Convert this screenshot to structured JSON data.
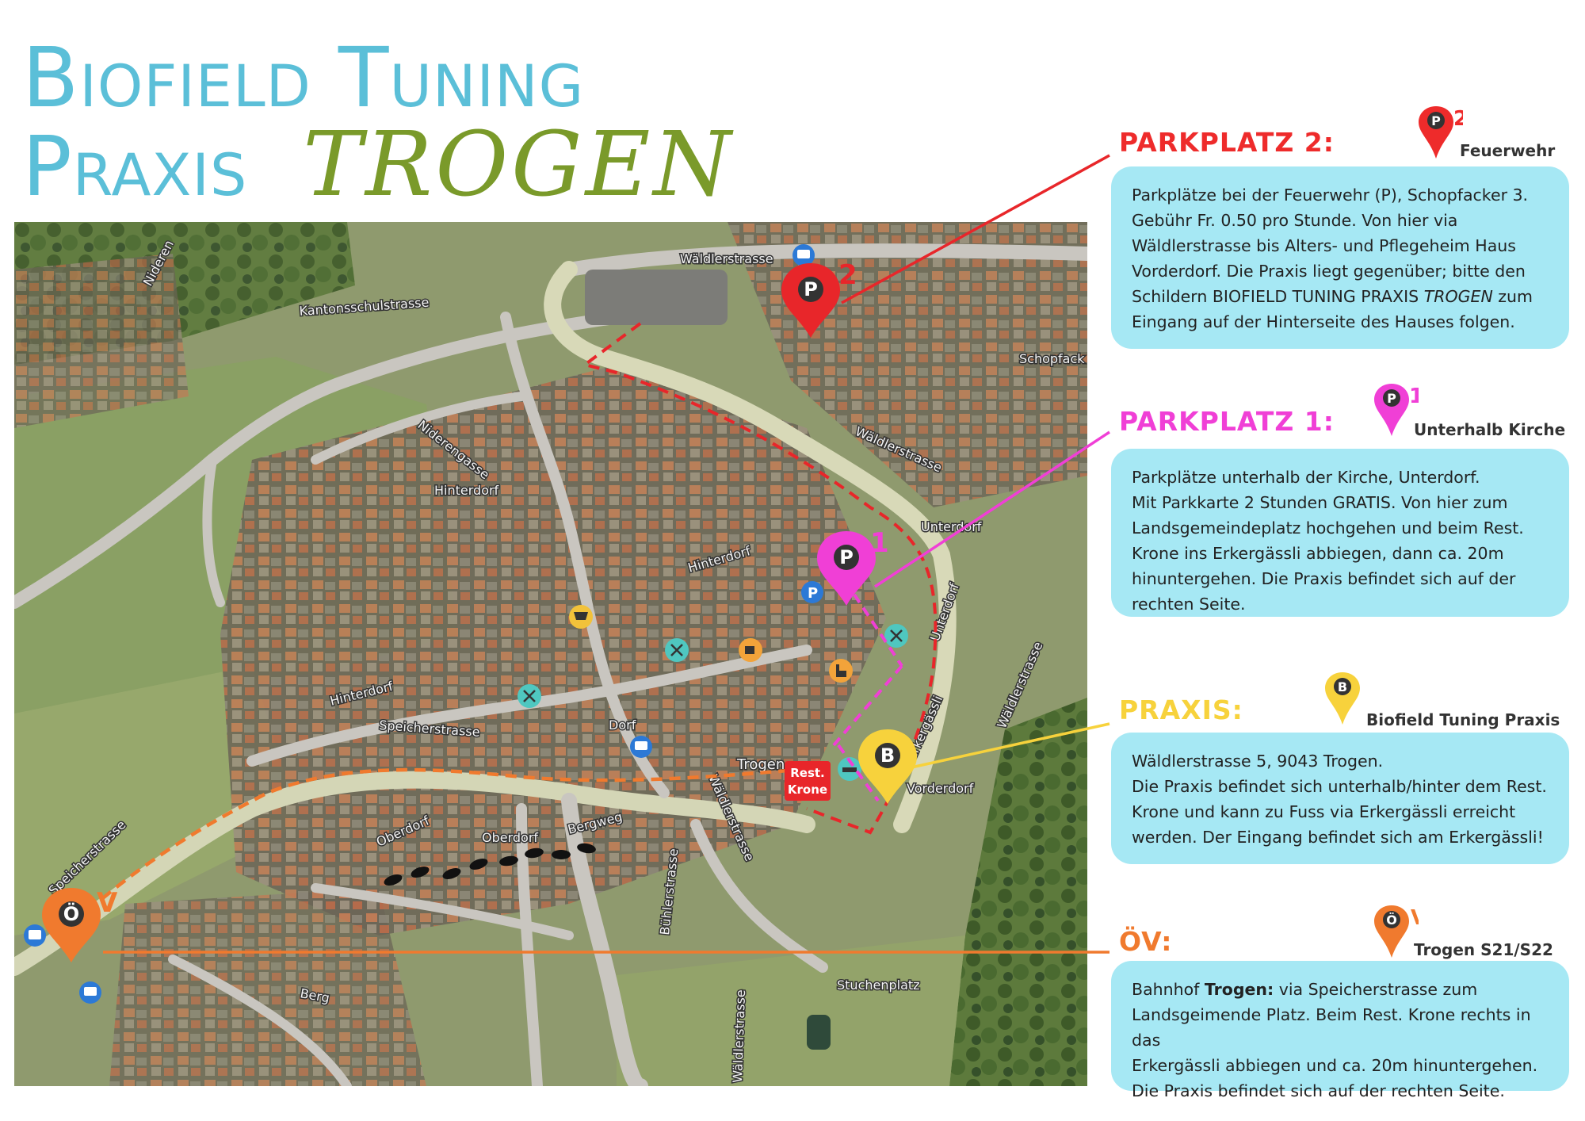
{
  "title": {
    "line1": "Biofield Tuning",
    "line2": "Praxis",
    "line2_accent": "TROGEN"
  },
  "colors": {
    "title_blue": "#5bbfd8",
    "title_green": "#7a9a2a",
    "parkplatz2": "#ee2b2b",
    "parkplatz1": "#f03fd6",
    "praxis": "#f7d23c",
    "oev": "#f07a2e",
    "box": "#a6e8f4"
  },
  "sections": [
    {
      "heading": "PARKPLATZ 2:",
      "pin_letter": "P",
      "pin_number": "2",
      "pin_label": "Feuerwehr",
      "lines": [
        "Parkplätze bei der Feuerwehr (P), Schopfacker 3.",
        "Gebühr Fr. 0.50 pro Stunde. Von hier via",
        "Wäldlerstrasse bis Alters- und Pflegeheim Haus",
        "Vorderdorf. Die Praxis liegt gegenüber; bitte den",
        "Schildern BIOFIELD TUNING PRAXIS ",
        "TROGEN",
        " zum",
        "Eingang auf der Hinterseite des Hauses folgen."
      ]
    },
    {
      "heading": "PARKPLATZ 1:",
      "pin_letter": "P",
      "pin_number": "1",
      "pin_label": "Unterhalb Kirche",
      "lines": [
        "Parkplätze unterhalb der Kirche, Unterdorf.",
        "Mit Parkkarte 2 Stunden GRATIS. Von hier zum",
        "Landsgemeindeplatz hochgehen und beim Rest.",
        "Krone ins Erkergässli abbiegen, dann ca. 20m",
        "hinuntergehen. Die Praxis befindet sich auf der",
        "rechten Seite."
      ]
    },
    {
      "heading": "PRAXIS:",
      "pin_letter": "B",
      "pin_number": "",
      "pin_label": "Biofield Tuning Praxis",
      "lines": [
        "Wäldlerstrasse 5, 9043 Trogen.",
        "Die Praxis befindet sich unterhalb/hinter dem Rest.",
        "Krone und kann zu Fuss via Erkergässli erreicht",
        "werden. Der Eingang befindet sich am Erkergässli!"
      ]
    },
    {
      "heading": "ÖV:",
      "pin_letter": "Ö",
      "pin_number": "V",
      "pin_label": "Trogen S21/S22",
      "lines": [
        "Bahnhof ",
        "Trogen:",
        " via Speicherstrasse zum",
        "Landsgeimende Platz. Beim Rest. Krone rechts in das",
        "Erkergässli abbiegen und ca. 20m hinuntergehen.",
        "Die Praxis befindet sich auf der rechten Seite."
      ]
    }
  ],
  "map": {
    "labels": {
      "waeldlerstrasse_top": "Wäldlerstrasse",
      "kantonsschulstrasse": "Kantonsschulstrasse",
      "nideren": "Nideren",
      "schopfack": "Schopfack",
      "niderengasse": "Niderengasse",
      "hinterdorf_1": "Hinterdorf",
      "hinterdorf_2": "Hinterdorf",
      "hinterdorf_3": "Hinterdorf",
      "waeldlerstrasse_mid": "Wäldlerstrasse",
      "unterdorf_1": "Unterdorf",
      "unterdorf_2": "Unterdorf",
      "waeldlerstrasse_right": "Wäldlerstrasse",
      "speicherstrasse_1": "Speicherstrasse",
      "speicherstrasse_2": "Speicherstrasse",
      "dorf": "Dorf",
      "trogen": "Trogen",
      "vorderdorf": "Vorderdorf",
      "erkergassli": "Erkergässli",
      "oberdorf_1": "Oberdorf",
      "oberdorf_2": "Oberdorf",
      "bergweg": "Bergweg",
      "buehlerstrasse": "Bühlerstrasse",
      "waeldlerstrasse_bottom": "Wäldlerstrasse",
      "waeldlerstrasse_end": "Wäldlerstrasse",
      "stuchenplatz": "Stuchenplatz",
      "berg": "Berg"
    },
    "rest_krone_line1": "Rest.",
    "rest_krone_line2": "Krone",
    "poi_icons": [
      "bus-icon",
      "parking-icon",
      "shopping-cart-icon",
      "restaurant-icon",
      "cafe-icon",
      "church-icon",
      "hotel-icon",
      "train-icon"
    ]
  }
}
